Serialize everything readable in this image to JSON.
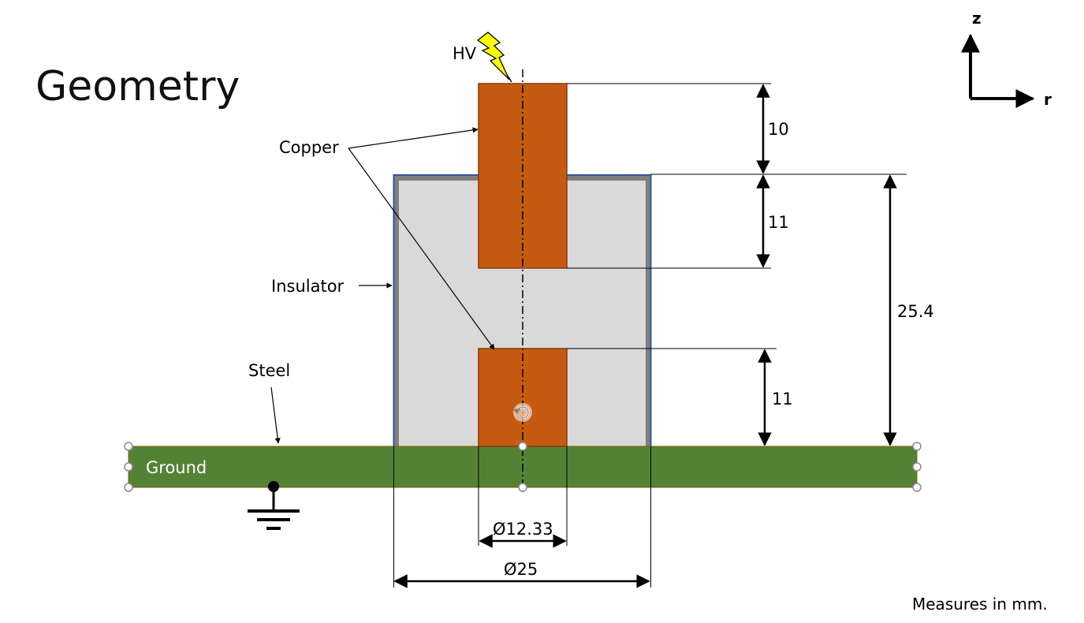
{
  "title": "Geometry",
  "axes": {
    "z_label": "z",
    "r_label": "r"
  },
  "labels": {
    "hv": "HV",
    "copper": "Copper",
    "insulator": "Insulator",
    "steel": "Steel",
    "ground": "Ground"
  },
  "dimensions": {
    "top_electrode_exposed": "10",
    "top_electrode_embedded": "11",
    "bottom_electrode_height": "11",
    "insulator_height": "25.4",
    "electrode_diameter": "Ø12.33",
    "insulator_diameter": "Ø25"
  },
  "note": "Measures in mm.",
  "colors": {
    "copper": "#c55a11",
    "copper_border": "#843c0c",
    "insulator_fill": "#d9d9d9",
    "insulator_inner_border": "#7f7f7f",
    "insulator_outer_border": "#2f5597",
    "ground_fill": "#548235",
    "bolt_fill": "#ffff00"
  },
  "icons": [
    "lightning-bolt-icon",
    "ground-symbol-icon",
    "rotate-handle-icon"
  ]
}
